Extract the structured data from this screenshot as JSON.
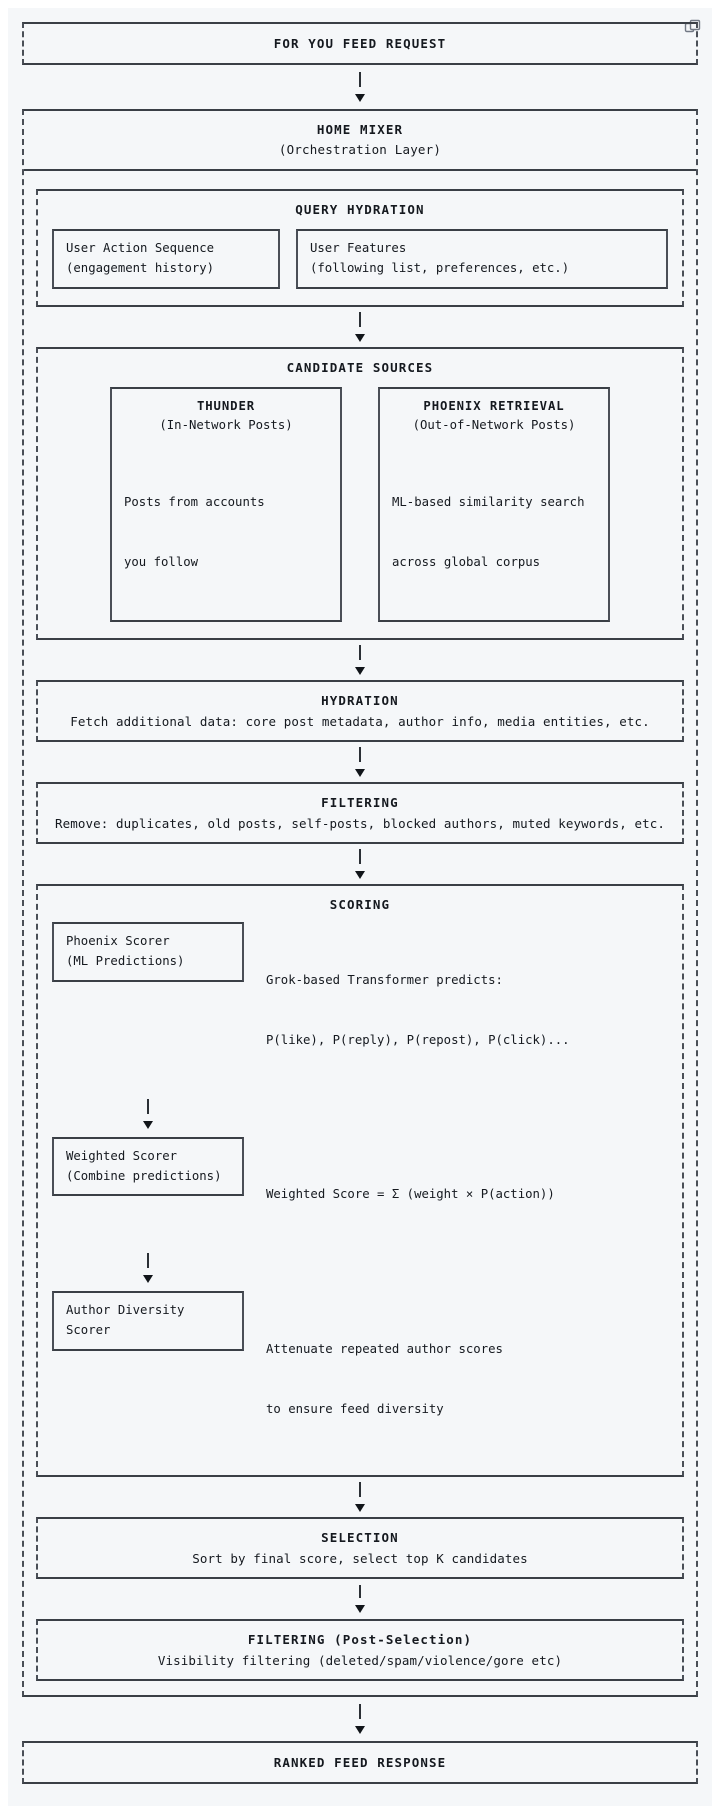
{
  "toolbar": {
    "copy_icon": "copy-icon"
  },
  "flow": {
    "entry": {
      "title": "FOR YOU FEED REQUEST"
    },
    "mixer": {
      "title": "HOME MIXER",
      "subtitle": "(Orchestration Layer)"
    },
    "query_hydration": {
      "title": "QUERY HYDRATION",
      "items": [
        {
          "line1": "User Action Sequence",
          "line2": "(engagement history)"
        },
        {
          "line1": "User Features",
          "line2": "(following list, preferences, etc.)"
        }
      ]
    },
    "candidate_sources": {
      "title": "CANDIDATE SOURCES",
      "sources": [
        {
          "name": "THUNDER",
          "kind": "(In-Network Posts)",
          "desc_line1": "Posts from accounts",
          "desc_line2": "you follow"
        },
        {
          "name": "PHOENIX RETRIEVAL",
          "kind": "(Out-of-Network Posts)",
          "desc_line1": "ML-based similarity search",
          "desc_line2": "across global corpus"
        }
      ]
    },
    "hydration": {
      "title": "HYDRATION",
      "subtitle": "Fetch additional data: core post metadata, author info, media entities, etc."
    },
    "filtering": {
      "title": "FILTERING",
      "subtitle": "Remove: duplicates, old posts, self-posts, blocked authors, muted keywords, etc."
    },
    "scoring": {
      "title": "SCORING",
      "steps": [
        {
          "box_line1": "Phoenix Scorer",
          "box_line2": "(ML Predictions)",
          "note_line1": "Grok-based Transformer predicts:",
          "note_line2": "P(like), P(reply), P(repost), P(click)..."
        },
        {
          "box_line1": "Weighted Scorer",
          "box_line2": "(Combine predictions)",
          "note_line1": "Weighted Score = Σ (weight × P(action))",
          "note_line2": ""
        },
        {
          "box_line1": "Author Diversity",
          "box_line2": "Scorer",
          "note_line1": "Attenuate repeated author scores",
          "note_line2": "to ensure feed diversity"
        }
      ]
    },
    "selection": {
      "title": "SELECTION",
      "subtitle": "Sort by final score, select top K candidates"
    },
    "post_filtering": {
      "title": "FILTERING (Post-Selection)",
      "subtitle": "Visibility filtering (deleted/spam/violence/gore etc)"
    },
    "exit": {
      "title": "RANKED FEED RESPONSE"
    }
  },
  "colors": {
    "page_background": "#ffffff",
    "panel_background": "#f5f7f9",
    "border": "#3a3f46",
    "text": "#15191f"
  }
}
